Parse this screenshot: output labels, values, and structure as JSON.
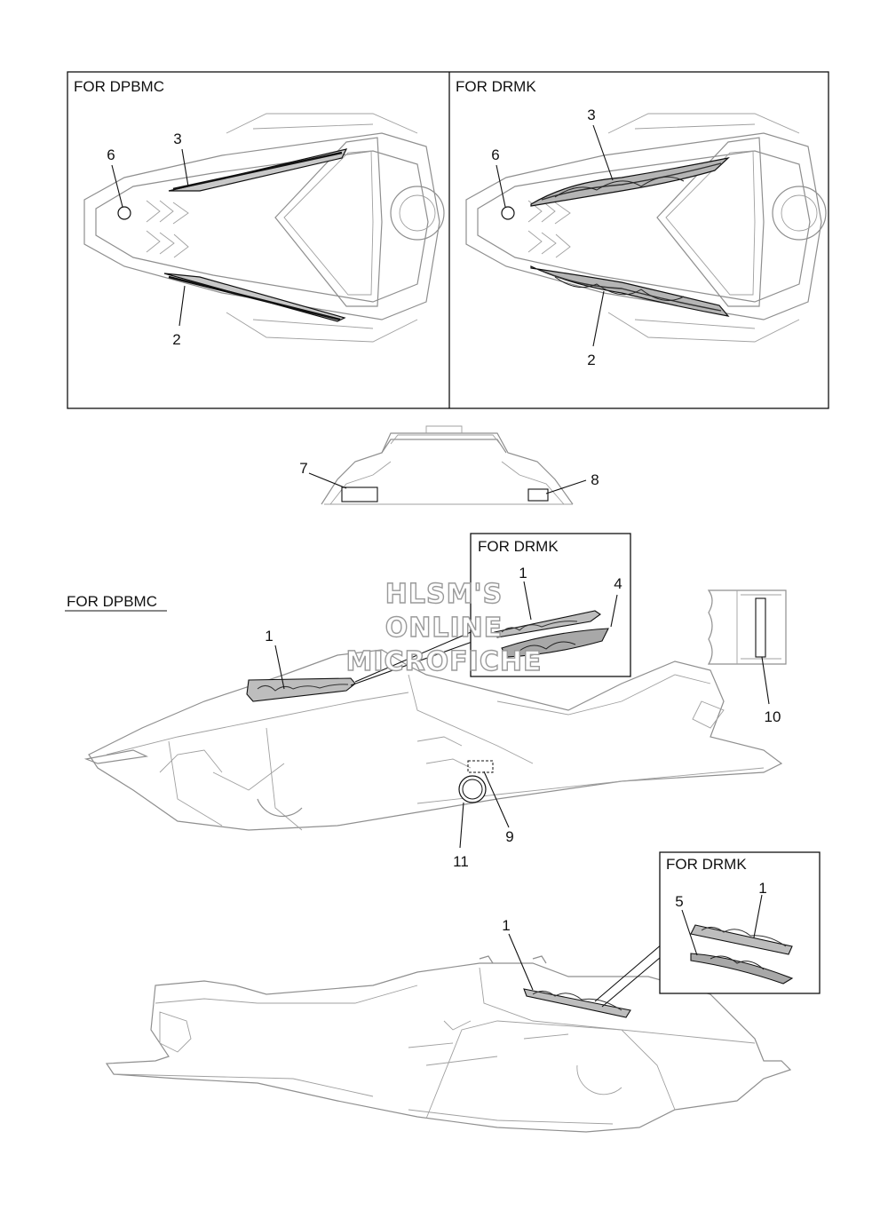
{
  "panels": {
    "top_left_label": "FOR DPBMC",
    "top_right_label": "FOR DRMK",
    "mid_inset_label": "FOR DRMK",
    "mid_main_label": "FOR DPBMC",
    "bottom_inset_label": "FOR DRMK"
  },
  "callouts": {
    "tl_3": "3",
    "tl_6": "6",
    "tl_2": "2",
    "tr_3": "3",
    "tr_6": "6",
    "tr_2": "2",
    "rear_7": "7",
    "rear_8": "8",
    "ins_1": "1",
    "ins_4": "4",
    "side_1": "1",
    "side_10": "10",
    "side_9": "9",
    "side_11": "11",
    "bins_5": "5",
    "bins_1": "1",
    "bottom_1": "1"
  },
  "watermark": {
    "line1": "HLSM'S",
    "line2": "ONLINE",
    "line3": "MICROFICHE"
  },
  "colors": {
    "outline": "#8f8f8f",
    "ink": "#111111",
    "decal_grey": "#9a9a9a"
  }
}
